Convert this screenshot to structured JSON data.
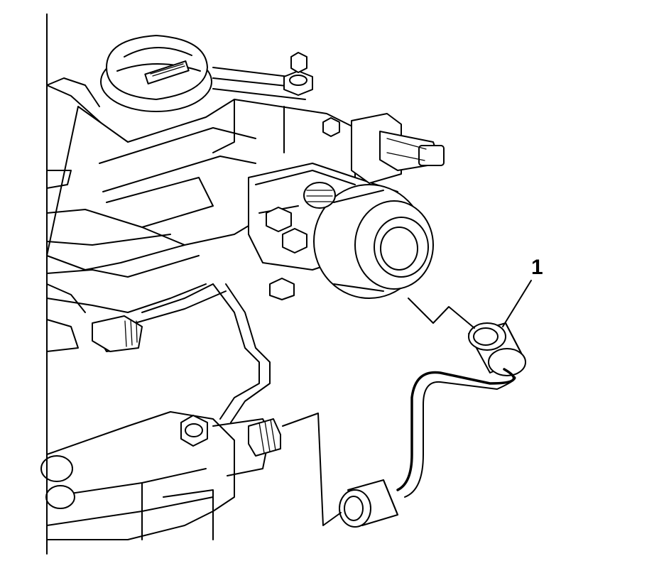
{
  "diagram": {
    "callouts": [
      {
        "label": "1",
        "target": "fuel-feed-pipe"
      }
    ],
    "cap_marking": "brand-logo-illegible"
  }
}
